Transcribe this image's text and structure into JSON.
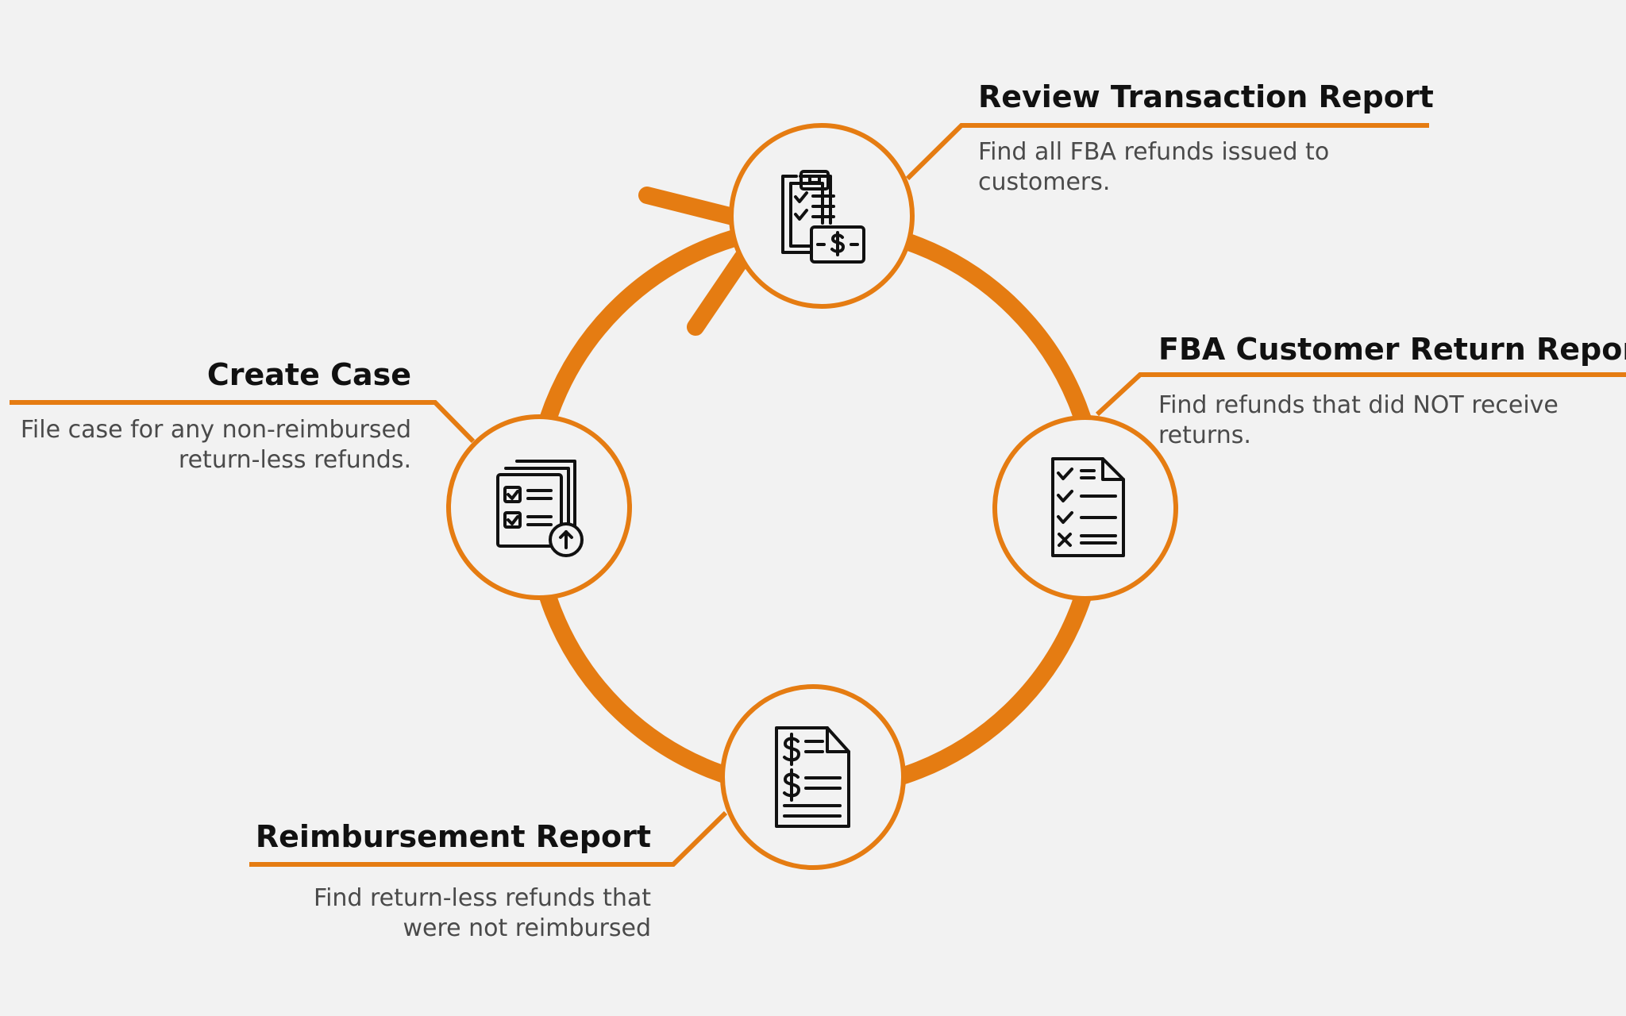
{
  "colors": {
    "background": "#f2f2f2",
    "accent": "#e57c12",
    "circle_fill": "#f2f2f2",
    "icon_stroke": "#111111",
    "title_text": "#111111",
    "description_text": "#4a4a4a"
  },
  "steps": [
    {
      "title": "Review Transaction Report",
      "description": [
        "Find all FBA refunds issued to",
        "customers."
      ],
      "icon": "clipboard-dollar-icon"
    },
    {
      "title": "FBA Customer Return Report",
      "description": [
        "Find refunds that did NOT receive",
        "returns."
      ],
      "icon": "checklist-document-icon"
    },
    {
      "title": "Reimbursement Report",
      "description": [
        "Find return-less refunds that",
        "were not reimbursed"
      ],
      "icon": "dollar-document-icon"
    },
    {
      "title": "Create Case",
      "description": [
        "File case for any non-reimbursed",
        "return-less refunds."
      ],
      "icon": "upload-checklist-icon"
    }
  ]
}
